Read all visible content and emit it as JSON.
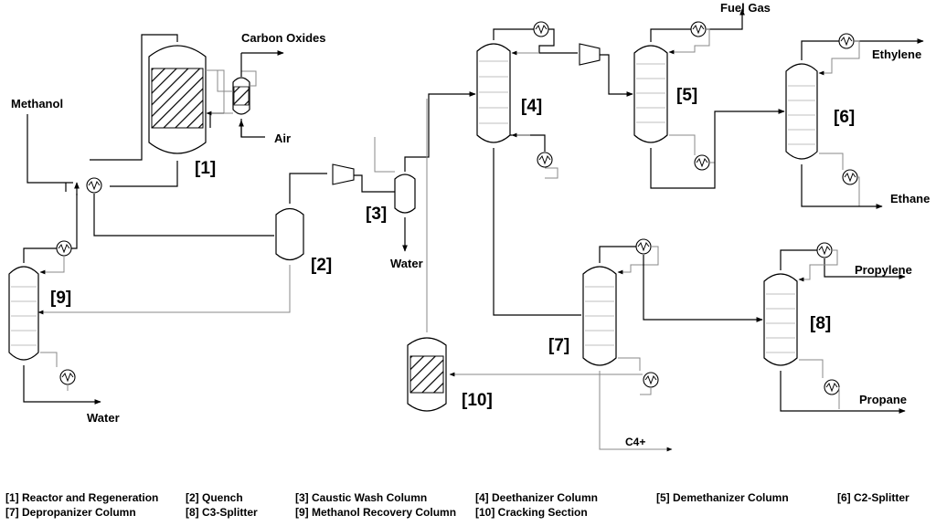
{
  "streams": {
    "carbon_oxides": "Carbon Oxides",
    "methanol": "Methanol",
    "air": "Air",
    "fuel_gas": "Fuel Gas",
    "ethylene": "Ethylene",
    "ethane": "Ethane",
    "water_3": "Water",
    "water_9": "Water",
    "propylene": "Propylene",
    "propane": "Propane",
    "c4_plus": "C4+"
  },
  "units": {
    "u1": "[1]",
    "u2": "[2]",
    "u3": "[3]",
    "u4": "[4]",
    "u5": "[5]",
    "u6": "[6]",
    "u7": "[7]",
    "u8": "[8]",
    "u9": "[9]",
    "u10": "[10]"
  },
  "legend": [
    "[1] Reactor and Regeneration",
    "[2] Quench",
    "[3] Caustic Wash Column",
    "[4] Deethanizer Column",
    "[5] Demethanizer Column",
    "[6] C2-Splitter",
    "[7] Depropanizer Column",
    "[8] C3-Splitter",
    "[9] Methanol Recovery Column",
    "[10] Cracking Section"
  ],
  "icons": {
    "heat_exchanger": "heat-exchanger-icon",
    "compressor": "compressor-icon"
  }
}
